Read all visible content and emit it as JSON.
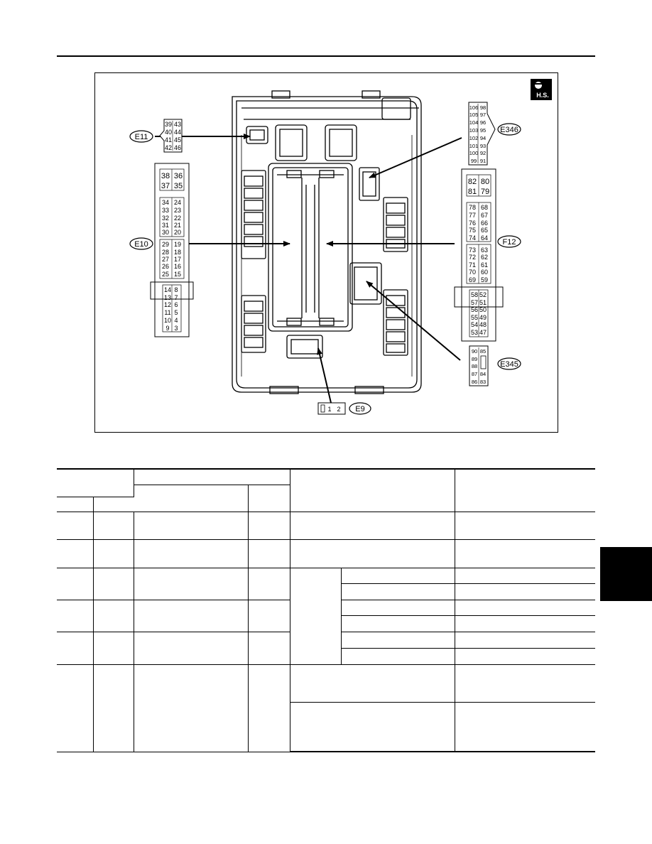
{
  "badge": {
    "text": "H.S."
  },
  "connectors": {
    "e11": {
      "label": "E11",
      "pins": [
        [
          "39",
          "43"
        ],
        [
          "40",
          "44"
        ],
        [
          "41",
          "45"
        ],
        [
          "42",
          "46"
        ]
      ]
    },
    "e10": {
      "label": "E10",
      "top_pins": [
        [
          "38",
          "36"
        ],
        [
          "37",
          "35"
        ]
      ],
      "mid_pins": [
        [
          "34",
          "24"
        ],
        [
          "33",
          "23"
        ],
        [
          "32",
          "22"
        ],
        [
          "31",
          "21"
        ],
        [
          "30",
          "20"
        ]
      ],
      "mid2_pins": [
        [
          "29",
          "19"
        ],
        [
          "28",
          "18"
        ],
        [
          "27",
          "17"
        ],
        [
          "26",
          "16"
        ],
        [
          "25",
          "15"
        ]
      ],
      "bottom_pins": [
        [
          "14",
          "8"
        ],
        [
          "13",
          "7"
        ],
        [
          "12",
          "6"
        ],
        [
          "11",
          "5"
        ],
        [
          "10",
          "4"
        ],
        [
          "9",
          "3"
        ]
      ]
    },
    "e346": {
      "label": "E346",
      "pins": [
        [
          "106",
          "98"
        ],
        [
          "105",
          "97"
        ],
        [
          "104",
          "96"
        ],
        [
          "103",
          "95"
        ],
        [
          "102",
          "94"
        ],
        [
          "101",
          "93"
        ],
        [
          "100",
          "92"
        ],
        [
          "99",
          "91"
        ]
      ]
    },
    "f12": {
      "label": "F12",
      "top_pins": [
        [
          "82",
          "80"
        ],
        [
          "81",
          "79"
        ]
      ],
      "g1": [
        [
          "78",
          "68"
        ],
        [
          "77",
          "67"
        ],
        [
          "76",
          "66"
        ],
        [
          "75",
          "65"
        ],
        [
          "74",
          "64"
        ]
      ],
      "g2": [
        [
          "73",
          "63"
        ],
        [
          "72",
          "62"
        ],
        [
          "71",
          "61"
        ],
        [
          "70",
          "60"
        ],
        [
          "69",
          "59"
        ]
      ],
      "g3": [
        [
          "58",
          "52"
        ],
        [
          "57",
          "51"
        ],
        [
          "56",
          "50"
        ],
        [
          "55",
          "49"
        ],
        [
          "54",
          "48"
        ],
        [
          "53",
          "47"
        ]
      ]
    },
    "e345": {
      "label": "E345",
      "pins": [
        [
          "90",
          "85"
        ],
        [
          "89",
          ""
        ],
        [
          "88",
          ""
        ],
        [
          "87",
          "84"
        ],
        [
          "86",
          "83"
        ]
      ]
    },
    "e9": {
      "label": "E9",
      "pins": [
        "1",
        "2"
      ]
    }
  }
}
